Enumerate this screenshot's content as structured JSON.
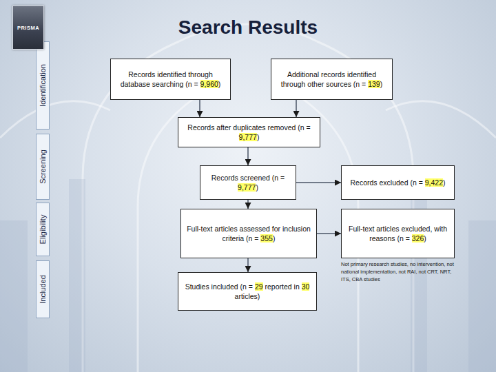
{
  "diagram": {
    "title": "Search Results",
    "nodes": [
      {
        "text": [
          "Identification"
        ]
      },
      {
        "text": [
          "Records identified through database searching (n = 9,960)"
        ]
      },
      {
        "text": [
          "Additional records identified through other sources (n = 139)"
        ]
      },
      {
        "text": [
          "Screening"
        ]
      },
      {
        "text": [
          "Records after duplicates removed (n = 9,777)"
        ]
      },
      {
        "text": [
          "Records screened (n = 9,777)"
        ]
      },
      {
        "text": [
          "Records excluded (n = 9,422)"
        ]
      },
      {
        "text": [
          "Eligibility"
        ]
      },
      {
        "text": [
          "Full-text articles assessed for inclusion criteria (n = 355)"
        ]
      },
      {
        "text": [
          "Full-text articles excluded, with reasons (n = 326)"
        ]
      },
      {
        "text": [
          "Included"
        ]
      },
      {
        "text": [
          "Studies included (n = 29 reported in 30 articles)"
        ]
      }
    ],
    "edges": [
      {
        "from": 1,
        "to": 4,
        "arrow": "to"
      },
      {
        "from": 2,
        "to": 4,
        "arrow": "to"
      },
      {
        "from": 4,
        "to": 5,
        "arrow": "to"
      },
      {
        "from": 5,
        "to": 6,
        "arrow": "to"
      },
      {
        "from": 5,
        "to": 8,
        "arrow": "to"
      },
      {
        "from": 8,
        "to": 9,
        "arrow": "to"
      },
      {
        "from": 8,
        "to": 11,
        "arrow": "to"
      }
    ],
    "labels": [
      "PRISMA",
      "Not primary research studies, no intervention, not national implementation, not RAI, not CRT, NRT, ITS, CBA studies"
    ]
  }
}
